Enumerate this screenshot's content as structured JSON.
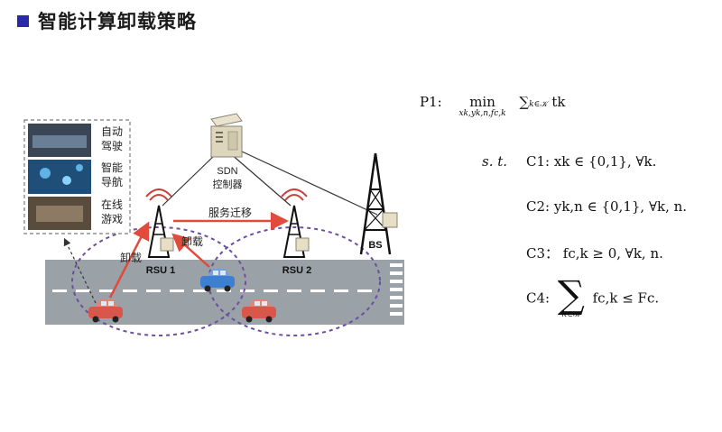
{
  "title": "智能计算卸载策略",
  "diagram": {
    "panel_labels": [
      "自动驾驶",
      "智能导航",
      "在线游戏"
    ],
    "panel_labels_split": [
      [
        "自动",
        "驾驶"
      ],
      [
        "智能",
        "导航"
      ],
      [
        "在线",
        "游戏"
      ]
    ],
    "sdn_label_line1": "SDN",
    "sdn_label_line2": "控制器",
    "rsu1_label": "RSU 1",
    "rsu2_label": "RSU 2",
    "bs_label": "BS",
    "migration_label": "服务迁移",
    "offload_label_1": "卸载",
    "offload_label_2": "卸载",
    "colors": {
      "road": "#9aa1a7",
      "arrow": "#e24a3b",
      "ellipse": "#6b4fa0",
      "car_red": "#d8564a",
      "car_blue": "#3d7fd0"
    }
  },
  "formulas": {
    "p1_label": "P1:",
    "p1_min": "min",
    "p1_min_sub": "xk,yk,n,fc,k",
    "p1_sum": "∑",
    "p1_sum_sub": "k∈𝒦",
    "p1_term": "tk",
    "st": "s. t.",
    "c1": "C1: xk ∈ {0,1}, ∀k.",
    "c2": "C2: yk,n ∈ {0,1}, ∀k, n.",
    "c3": "C3：  fc,k ≥ 0, ∀k, n.",
    "c4_label": "C4:",
    "c4_sum_under": "k∈𝒦",
    "c4_rest": "fc,k ≤ Fc."
  }
}
